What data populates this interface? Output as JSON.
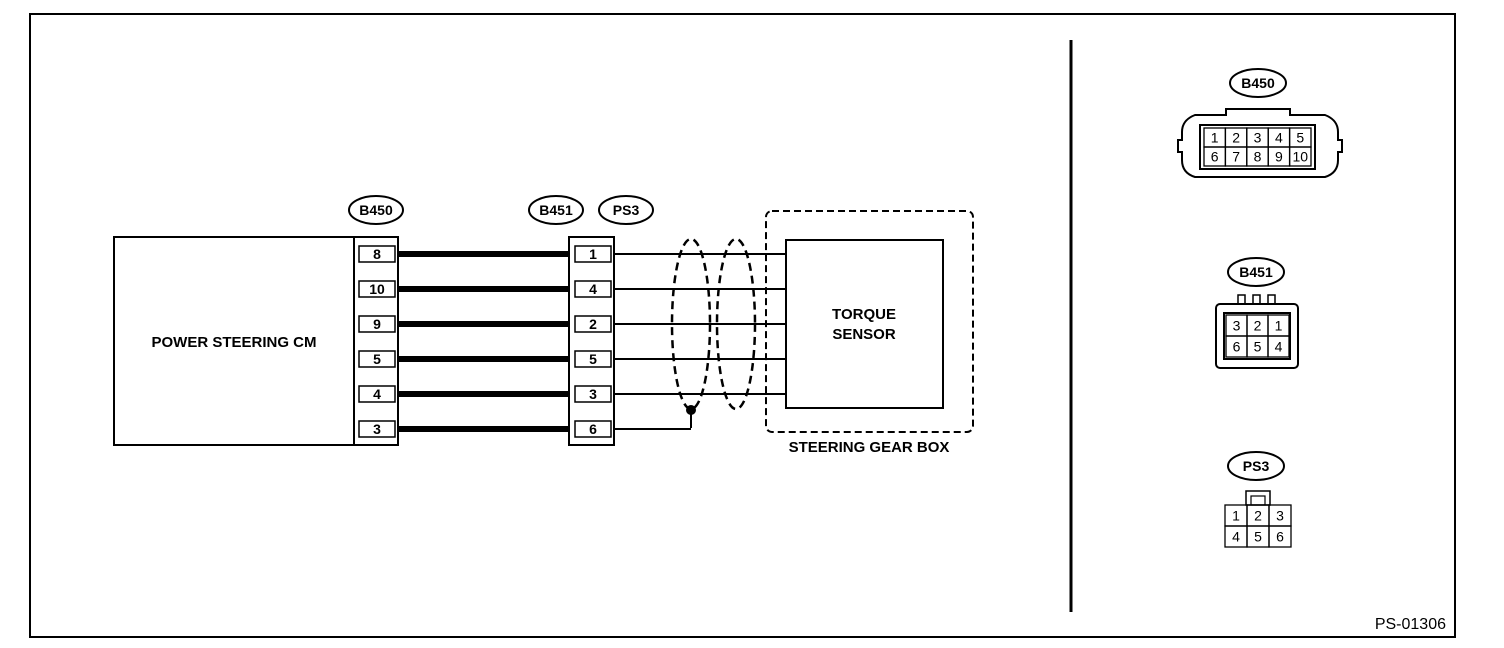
{
  "figure_id": "PS-01306",
  "control_module": {
    "label": "POWER STEERING CM"
  },
  "sensor": {
    "line1": "TORQUE",
    "line2": "SENSOR"
  },
  "gear_box": {
    "label": "STEERING GEAR BOX"
  },
  "connectors": {
    "cm": "B450",
    "mid_a": "B451",
    "mid_b": "PS3"
  },
  "wiring": {
    "left_pins": [
      "8",
      "10",
      "9",
      "5",
      "4",
      "3"
    ],
    "right_pins": [
      "1",
      "4",
      "2",
      "5",
      "3",
      "6"
    ]
  },
  "legend": {
    "b450": {
      "tag": "B450",
      "row1": [
        "1",
        "2",
        "3",
        "4",
        "5"
      ],
      "row2": [
        "6",
        "7",
        "8",
        "9",
        "10"
      ]
    },
    "b451": {
      "tag": "B451",
      "row1": [
        "3",
        "2",
        "1"
      ],
      "row2": [
        "6",
        "5",
        "4"
      ]
    },
    "ps3": {
      "tag": "PS3",
      "row1": [
        "1",
        "2",
        "3"
      ],
      "row2": [
        "4",
        "5",
        "6"
      ]
    }
  }
}
